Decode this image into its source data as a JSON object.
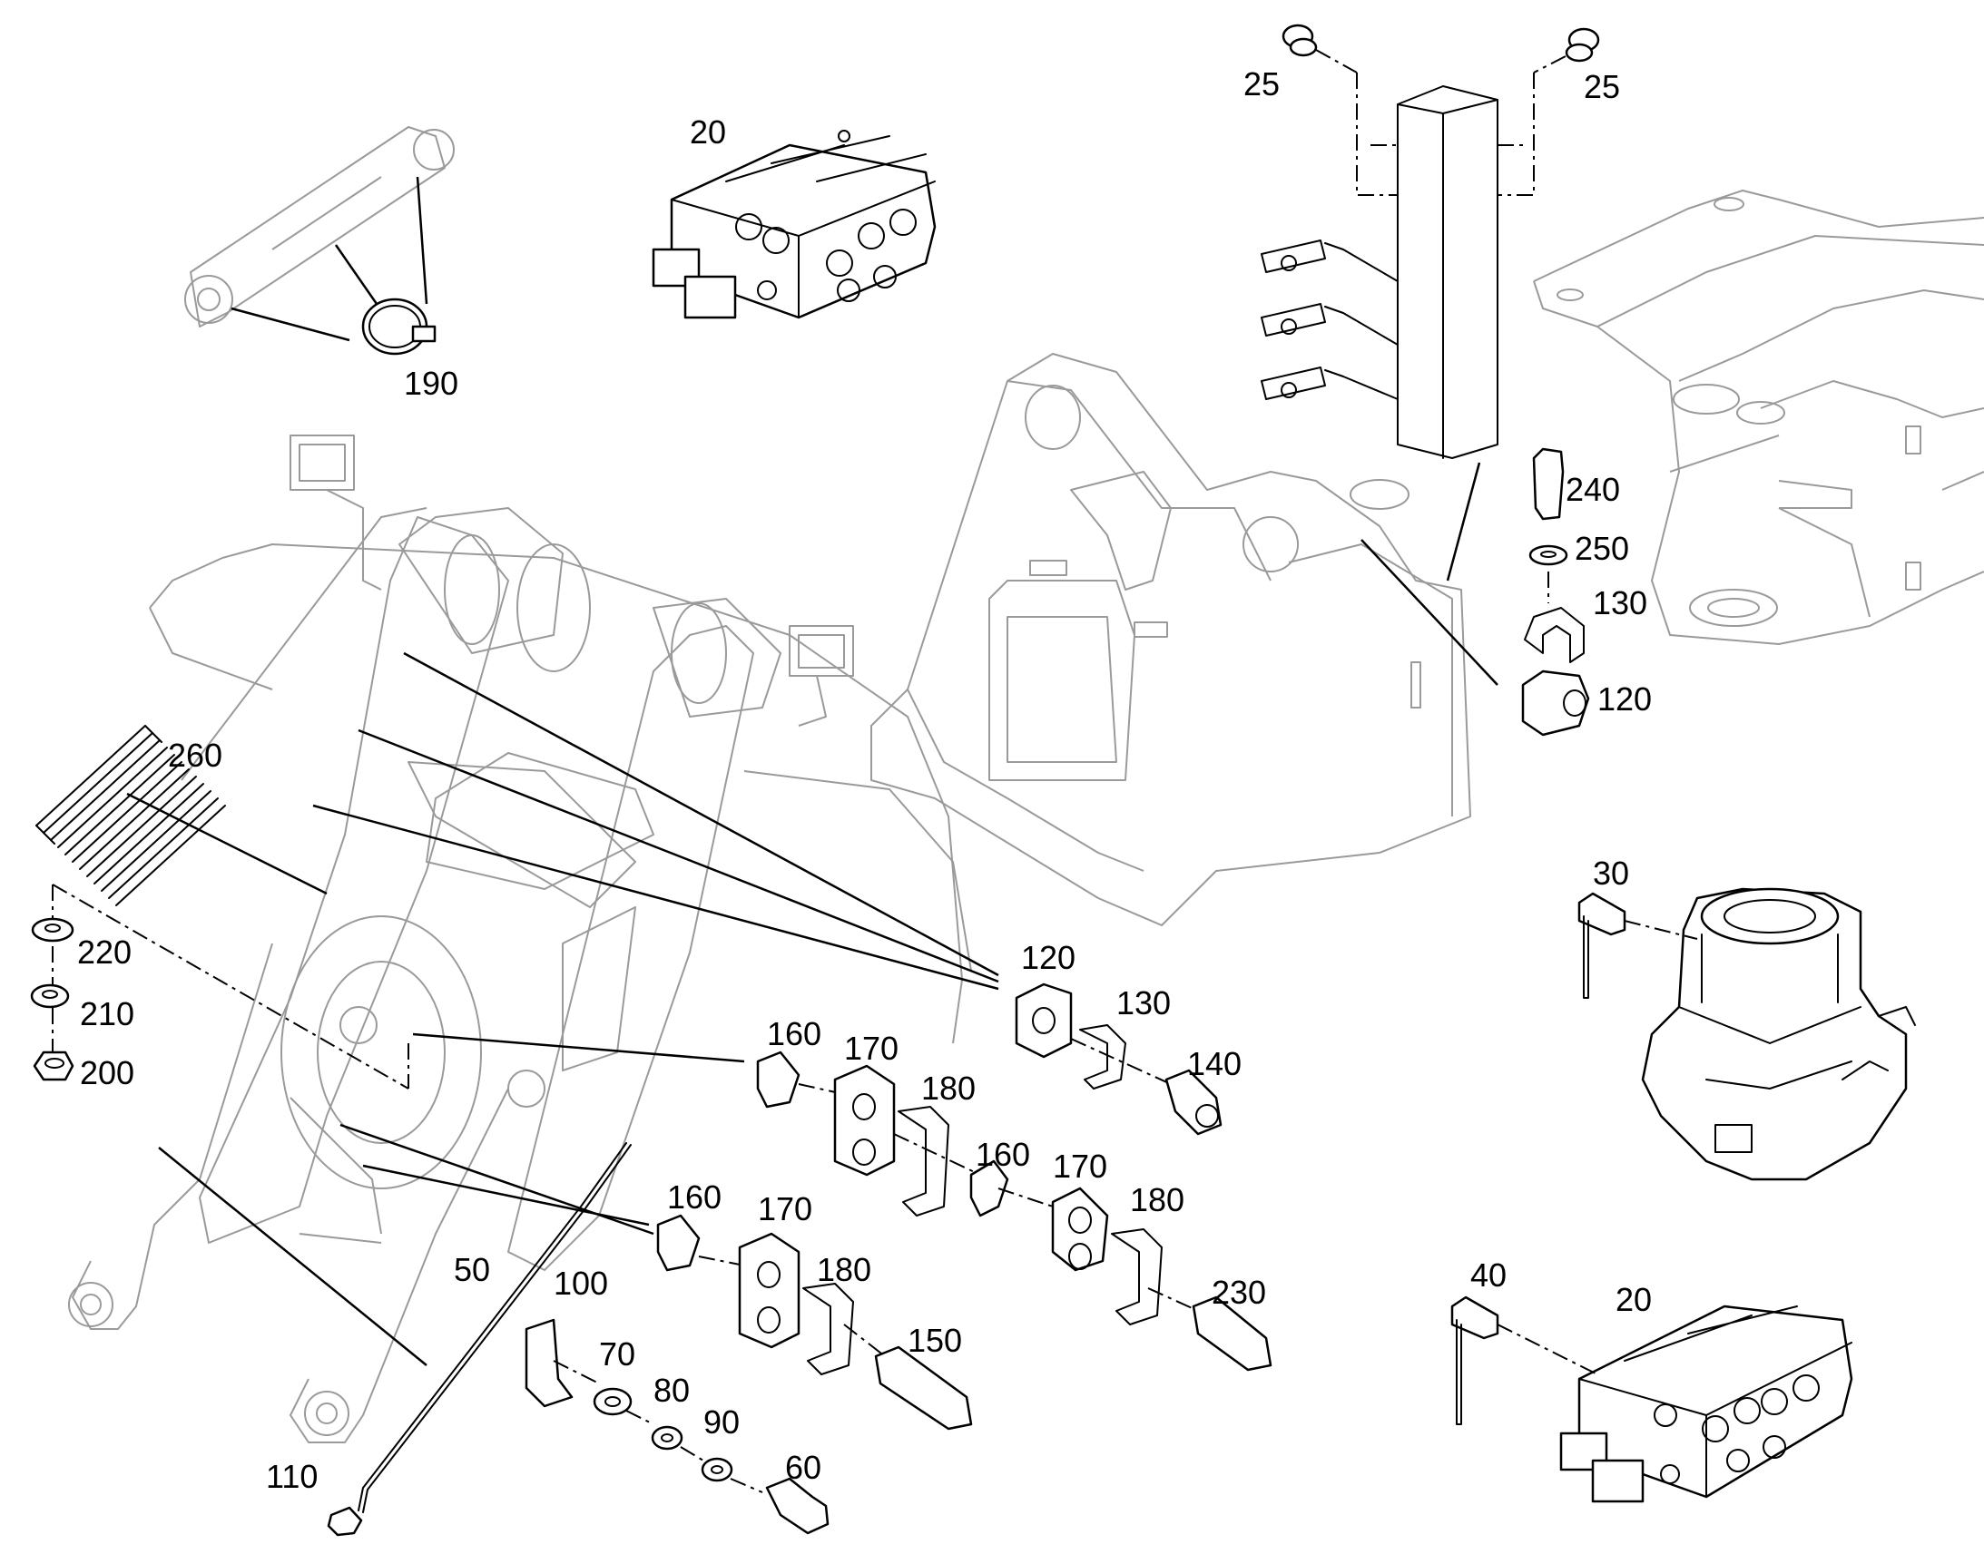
{
  "callouts": [
    {
      "id": "c20a",
      "text": "20"
    },
    {
      "id": "c190",
      "text": "190"
    },
    {
      "id": "c25a",
      "text": "25"
    },
    {
      "id": "c25b",
      "text": "25"
    },
    {
      "id": "c240",
      "text": "240"
    },
    {
      "id": "c250",
      "text": "250"
    },
    {
      "id": "c130a",
      "text": "130"
    },
    {
      "id": "c120a",
      "text": "120"
    },
    {
      "id": "c260",
      "text": "260"
    },
    {
      "id": "c220",
      "text": "220"
    },
    {
      "id": "c210",
      "text": "210"
    },
    {
      "id": "c200",
      "text": "200"
    },
    {
      "id": "c30",
      "text": "30"
    },
    {
      "id": "c120b",
      "text": "120"
    },
    {
      "id": "c130b",
      "text": "130"
    },
    {
      "id": "c140",
      "text": "140"
    },
    {
      "id": "c160a",
      "text": "160"
    },
    {
      "id": "c170a",
      "text": "170"
    },
    {
      "id": "c180a",
      "text": "180"
    },
    {
      "id": "c160b",
      "text": "160"
    },
    {
      "id": "c170b",
      "text": "170"
    },
    {
      "id": "c180b",
      "text": "180"
    },
    {
      "id": "c160c",
      "text": "160"
    },
    {
      "id": "c170c",
      "text": "170"
    },
    {
      "id": "c180c",
      "text": "180"
    },
    {
      "id": "c230",
      "text": "230"
    },
    {
      "id": "c50",
      "text": "50"
    },
    {
      "id": "c100",
      "text": "100"
    },
    {
      "id": "c150",
      "text": "150"
    },
    {
      "id": "c70",
      "text": "70"
    },
    {
      "id": "c80",
      "text": "80"
    },
    {
      "id": "c90",
      "text": "90"
    },
    {
      "id": "c110",
      "text": "110"
    },
    {
      "id": "c60",
      "text": "60"
    },
    {
      "id": "c40",
      "text": "40"
    },
    {
      "id": "c20b",
      "text": "20"
    }
  ]
}
